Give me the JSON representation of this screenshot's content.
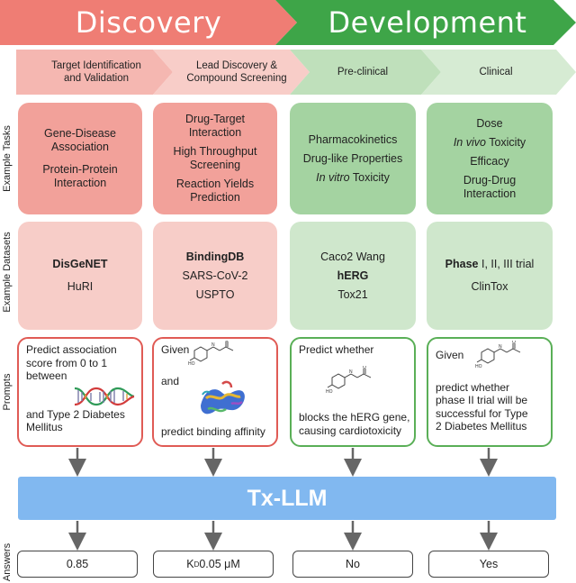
{
  "phases": {
    "discovery": "Discovery",
    "development": "Development"
  },
  "stages": [
    {
      "line1": "Target Identification",
      "line2": "and Validation"
    },
    {
      "line1": "Lead Discovery &",
      "line2": "Compound Screening"
    },
    {
      "line1": "Pre-clinical",
      "line2": ""
    },
    {
      "line1": "Clinical",
      "line2": ""
    }
  ],
  "row_labels": {
    "tasks": "Example Tasks",
    "datasets": "Example Datasets",
    "prompts": "Prompts",
    "answers": "Answers"
  },
  "tasks": {
    "col1": {
      "a1": "Gene-Disease",
      "a2": "Association",
      "b1": "Protein-Protein",
      "b2": "Interaction"
    },
    "col2": {
      "a1": "Drug-Target",
      "a2": "Interaction",
      "b1": "High Throughput",
      "b2": "Screening",
      "c1": "Reaction Yields",
      "c2": "Prediction"
    },
    "col3": {
      "a": "Pharmacokinetics",
      "b": "Drug-like Properties",
      "c_italic": "In vitro",
      "c_rest": " Toxicity"
    },
    "col4": {
      "a": "Dose",
      "b_italic": "In vivo",
      "b_rest": " Toxicity",
      "c": "Efficacy",
      "d1": "Drug-Drug",
      "d2": "Interaction"
    }
  },
  "datasets": {
    "col1": {
      "a": "DisGeNET",
      "b": "HuRI"
    },
    "col2": {
      "a": "BindingDB",
      "b": "SARS-CoV-2",
      "c": "USPTO"
    },
    "col3": {
      "a": "Caco2 Wang",
      "b": "hERG",
      "c": "Tox21"
    },
    "col4": {
      "a_bold": "Phase",
      "a_rest": " I, II,  III trial",
      "b": "ClinTox"
    }
  },
  "prompts": {
    "col1": {
      "l1": "Predict association",
      "l2": "score from 0 to 1",
      "l3": "between",
      "l4": "and Type 2 Diabetes",
      "l5": "Mellitus"
    },
    "col2": {
      "l1": "Given",
      "l2": "and",
      "l3": "predict binding affinity"
    },
    "col3": {
      "l1": "Predict whether",
      "l2": "blocks the hERG gene,",
      "l3": "causing cardiotoxicity"
    },
    "col4": {
      "l1": "Given",
      "l2": "predict whether",
      "l3": "phase II trial will be",
      "l4": "successful for Type",
      "l5": "2 Diabetes Mellitus"
    }
  },
  "molecule_labels": {
    "ho": "HO",
    "n": "N",
    "h": "H",
    "o": "O"
  },
  "model": {
    "name": "Tx-LLM"
  },
  "answers": {
    "col1": "0.85",
    "col2_k": "K",
    "col2_sub": "D",
    "col2_rest": " 0.05 μM",
    "col3": "No",
    "col4": "Yes"
  },
  "colors": {
    "discovery_dark": "#ef7d74",
    "discovery_light": "#f5b7b1",
    "development_dark": "#3ea548",
    "development_light": "#cfe8cb",
    "prompt_red": "#e05b55",
    "prompt_green": "#5aaf57",
    "llm_blue": "#81b8f0"
  }
}
